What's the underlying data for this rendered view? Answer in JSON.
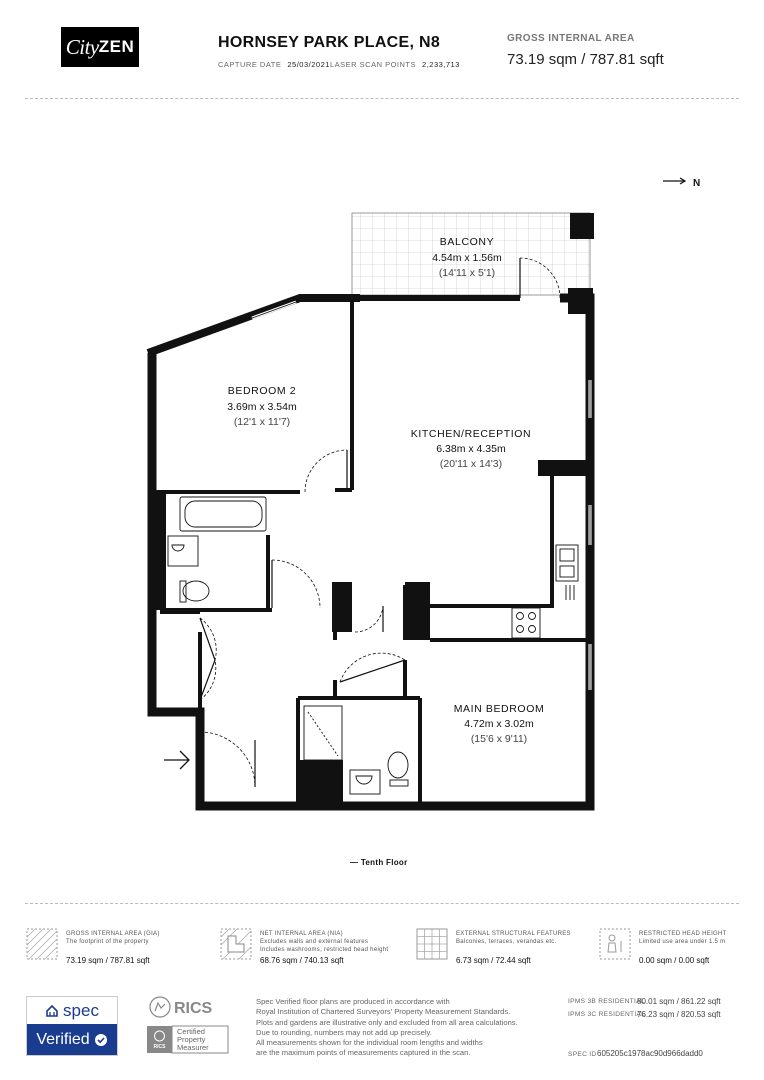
{
  "brand": {
    "logo_script": "City",
    "logo_bold": "ZEN"
  },
  "header": {
    "property_title": "HORNSEY PARK PLACE, N8",
    "capture_date_label": "CAPTURE DATE",
    "capture_date": "25/03/2021",
    "laser_points_label": "LASER SCAN POINTS",
    "laser_points": "2,233,713",
    "gia_label": "GROSS INTERNAL AREA",
    "gia_value": "73.19 sqm / 787.81 sqft"
  },
  "compass": {
    "label": "N"
  },
  "rooms": [
    {
      "name": "BALCONY",
      "metric": "4.54m x 1.56m",
      "imperial": "(14'11 x 5'1)"
    },
    {
      "name": "BEDROOM 2",
      "metric": "3.69m x 3.54m",
      "imperial": "(12'1 x 11'7)"
    },
    {
      "name": "KITCHEN/RECEPTION",
      "metric": "6.38m x 4.35m",
      "imperial": "(20'11 x 14'3)"
    },
    {
      "name": "MAIN BEDROOM",
      "metric": "4.72m x 3.02m",
      "imperial": "(15'6 x 9'11)"
    }
  ],
  "floor_label": "— Tenth Floor",
  "legend": [
    {
      "title": "GROSS INTERNAL AREA (GIA)",
      "desc1": "The footprint of the property",
      "desc2": "",
      "value": "73.19 sqm / 787.81 sqft",
      "icon": "hatched-area-icon"
    },
    {
      "title": "NET INTERNAL AREA (NIA)",
      "desc1": "Excludes walls and external features",
      "desc2": "Includes washrooms, restricted head height",
      "value": "68.76 sqm / 740.13 sqft",
      "icon": "net-area-icon"
    },
    {
      "title": "EXTERNAL STRUCTURAL FEATURES",
      "desc1": "Balconies, terraces, verandas etc.",
      "desc2": "",
      "value": "6.73 sqm / 72.44 sqft",
      "icon": "grid-area-icon"
    },
    {
      "title": "RESTRICTED HEAD HEIGHT",
      "desc1": "Limited use area under 1.5 m",
      "desc2": "",
      "value": "0.00 sqm / 0.00 sqft",
      "icon": "head-height-icon"
    }
  ],
  "spec_badge": {
    "top": "spec",
    "bottom": "Verified"
  },
  "rics": {
    "name": "RICS",
    "cert1": "Certified",
    "cert2": "Property",
    "cert3": "Measurer"
  },
  "fine_print": [
    "Spec Verified floor plans are produced in accordance with",
    "Royal Institution of Chartered Surveyors' Property Measurement Standards.",
    "Plots and gardens are illustrative only and excluded from all area calculations.",
    "Due to rounding, numbers may not add up precisely.",
    "All measurements shown for the individual room lengths and widths",
    "are the maximum points of measurements captured in the scan."
  ],
  "ipms": [
    {
      "label": "IPMS 3B RESIDENTIAL",
      "value": "80.01 sqm / 861.22 sqft"
    },
    {
      "label": "IPMS 3C RESIDENTIAL",
      "value": "76.23 sqm / 820.53 sqft"
    }
  ],
  "spec_id": {
    "label": "SPEC ID",
    "value": "605205c1978ac90d966dadd0"
  }
}
